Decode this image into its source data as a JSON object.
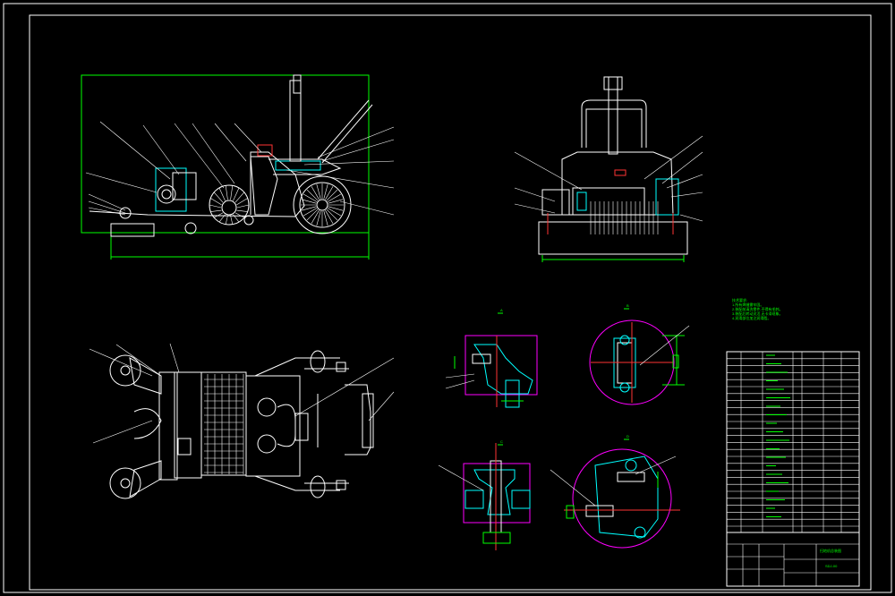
{
  "drawing": {
    "view_labels": [
      "A",
      "B",
      "C",
      "D"
    ],
    "notes": [
      "技术要求:",
      "1.所有焊缝需牢固。",
      "2.装配前清洗零件,不得有毛刺。",
      "3.装配后转动灵活,无卡滞现象。",
      "4.润滑部位加注润滑脂。"
    ],
    "title_block": {
      "name": "扫地机总装图",
      "drawing_no": "SDJ-00"
    },
    "colors": {
      "background": "#000000",
      "outline": "#ffffff",
      "dimension": "#00ff00",
      "section": "#ff00ff",
      "hatch": "#00ffff",
      "center": "#ff3333"
    }
  }
}
